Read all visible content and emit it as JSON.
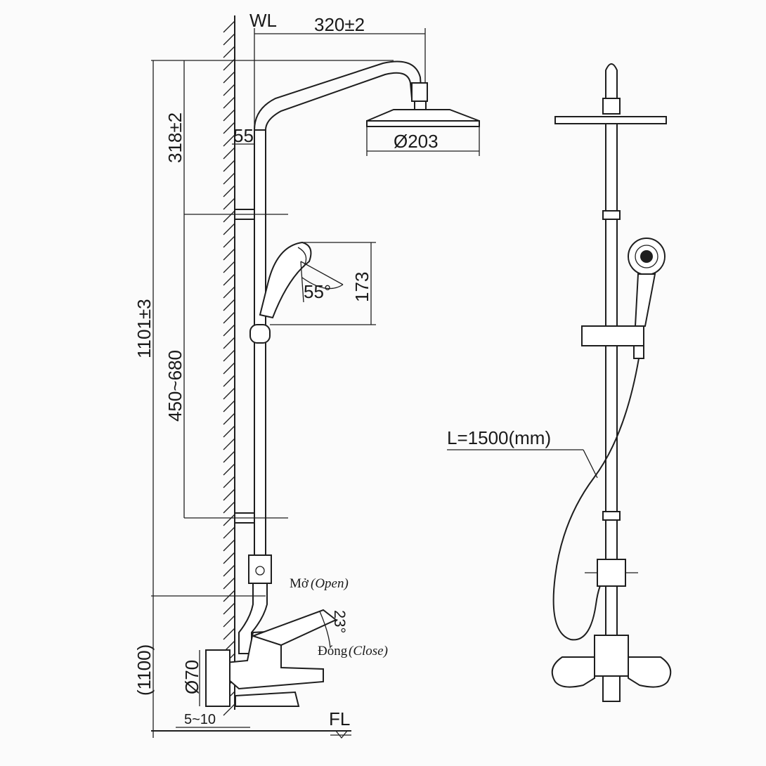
{
  "labels": {
    "wl": "WL",
    "fl": "FL",
    "arm_length": "320±2",
    "head_diameter": "Ø203",
    "arm_offset": "55",
    "arm_height": "318±2",
    "total_height": "1101±3",
    "bracket_spacing": "450~680",
    "handheld_height": "173",
    "handheld_angle": "55°",
    "mixer_height": "(1100)",
    "escutcheon_diameter": "Ø70",
    "wall_gap": "5~10",
    "lever_angle": "23°",
    "open_vi": "Mở",
    "open_en": "(Open)",
    "close_vi": "Đóng",
    "close_en": "(Close)",
    "hose_length": "L=1500(mm)"
  }
}
